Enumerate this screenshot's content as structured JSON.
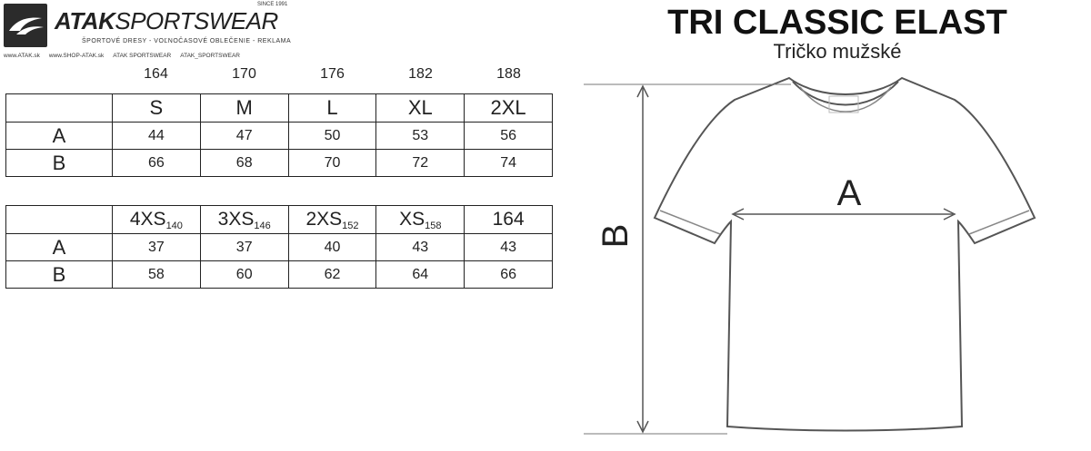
{
  "brand": {
    "name_bold": "ATAK",
    "name_light": "SPORTSWEAR",
    "since": "SINCE 1991",
    "tagline": "ŠPORTOVÉ DRESY - VOĽNOČASOVÉ OBLEČENIE - REKLAMA",
    "contacts": [
      "www.ATAK.sk",
      "www.SHOP-ATAK.sk",
      "ATAK SPORTSWEAR",
      "ATAK_SPORTSWEAR"
    ]
  },
  "title": "TRI CLASSIC ELAST",
  "subtitle": "Tričko mužské",
  "table1": {
    "heights": [
      "164",
      "170",
      "176",
      "182",
      "188"
    ],
    "sizes": [
      "S",
      "M",
      "L",
      "XL",
      "2XL"
    ],
    "rows": [
      {
        "label": "A",
        "values": [
          "44",
          "47",
          "50",
          "53",
          "56"
        ]
      },
      {
        "label": "B",
        "values": [
          "66",
          "68",
          "70",
          "72",
          "74"
        ]
      }
    ]
  },
  "table2": {
    "sizes": [
      {
        "size": "4XS",
        "height": "140"
      },
      {
        "size": "3XS",
        "height": "146"
      },
      {
        "size": "2XS",
        "height": "152"
      },
      {
        "size": "XS",
        "height": "158"
      },
      {
        "size": "164",
        "height": ""
      }
    ],
    "rows": [
      {
        "label": "A",
        "values": [
          "37",
          "37",
          "40",
          "43",
          "43"
        ]
      },
      {
        "label": "B",
        "values": [
          "58",
          "60",
          "62",
          "64",
          "66"
        ]
      }
    ]
  },
  "diagram": {
    "label_a": "A",
    "label_b": "B"
  },
  "colors": {
    "line": "#222222",
    "shirt_outline": "#555555"
  }
}
